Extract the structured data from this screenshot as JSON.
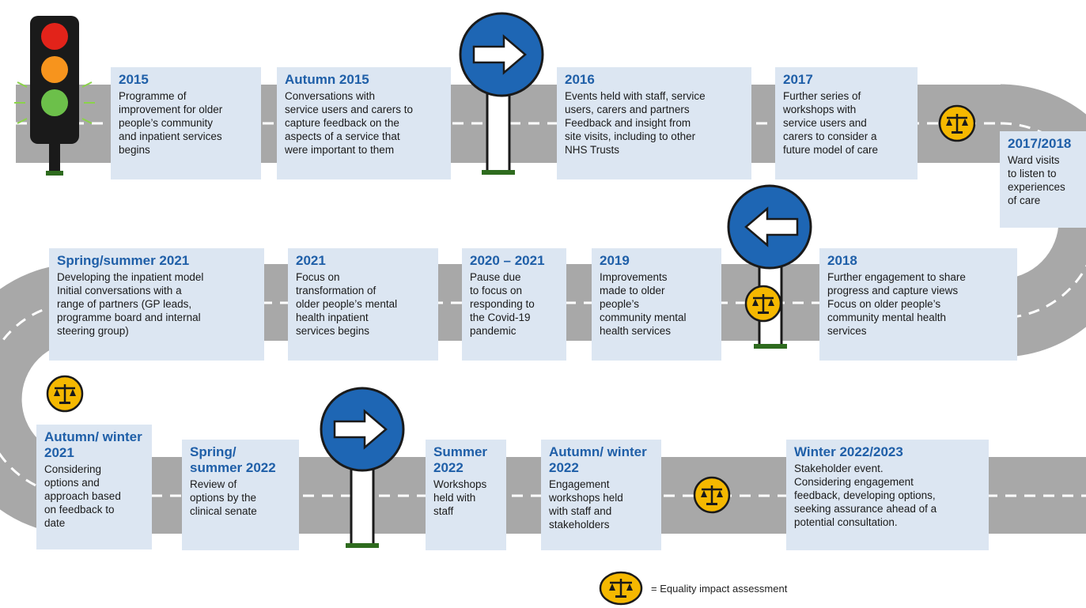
{
  "milestones": [
    {
      "title": "2015",
      "lines": [
        "Programme of",
        "improvement for older",
        "people’s community",
        "and inpatient services",
        "begins"
      ]
    },
    {
      "title": "Autumn 2015",
      "lines": [
        "Conversations with",
        "service users and carers to",
        "capture feedback on the",
        "aspects of a service that",
        "were important to them"
      ]
    },
    {
      "title": "2016",
      "lines": [
        "Events held with staff, service",
        "users, carers and partners",
        "Feedback and insight from",
        "site visits, including to other",
        "NHS Trusts"
      ]
    },
    {
      "title": "2017",
      "lines": [
        "Further series of",
        "workshops with",
        "service users and",
        "carers to consider a",
        "future model of care"
      ]
    },
    {
      "title": "2017/2018",
      "lines": [
        "Ward visits",
        "to listen to",
        "experiences",
        "of care"
      ]
    },
    {
      "title": "2018",
      "lines": [
        "Further engagement to share",
        "progress and capture views",
        "Focus on older people’s",
        "community mental health",
        "services"
      ]
    },
    {
      "title": "2019",
      "lines": [
        "Improvements",
        "made to older",
        "people’s",
        "community mental",
        "health services"
      ]
    },
    {
      "title": "2020 – 2021",
      "lines": [
        "Pause due",
        "to focus on",
        "responding to",
        "the Covid-19",
        "pandemic"
      ]
    },
    {
      "title": "2021",
      "lines": [
        "Focus on",
        "transformation of",
        "older people’s mental",
        "health inpatient",
        "services begins"
      ]
    },
    {
      "title": "Spring/summer 2021",
      "lines": [
        "Developing the inpatient model",
        "Initial conversations with a",
        "range of partners (GP leads,",
        "programme board and internal",
        "steering group)"
      ]
    },
    {
      "title": "Autumn/ winter 2021",
      "lines": [
        "Considering",
        "options and",
        "approach based",
        "on feedback to",
        "date"
      ]
    },
    {
      "title": "Spring/ summer 2022",
      "lines": [
        "Review of",
        "options by the",
        "clinical senate"
      ]
    },
    {
      "title": "Summer 2022",
      "lines": [
        "Workshops",
        "held with",
        "staff"
      ]
    },
    {
      "title": "Autumn/ winter 2022",
      "lines": [
        "Engagement",
        "workshops held",
        "with staff and",
        "stakeholders"
      ]
    },
    {
      "title": "Winter 2022/2023",
      "lines": [
        "Stakeholder event.",
        "Considering engagement",
        "feedback, developing options,",
        "seeking assurance ahead of a",
        "potential consultation."
      ]
    }
  ],
  "legend": {
    "label": "= Equality impact assessment",
    "icon": "equality-impact-assessment-icon"
  },
  "colors": {
    "road": "#a8a8a8",
    "box": "#dce6f2",
    "title": "#1f5fa8",
    "sign": "#1e66b4",
    "eia": "#f5b800"
  }
}
